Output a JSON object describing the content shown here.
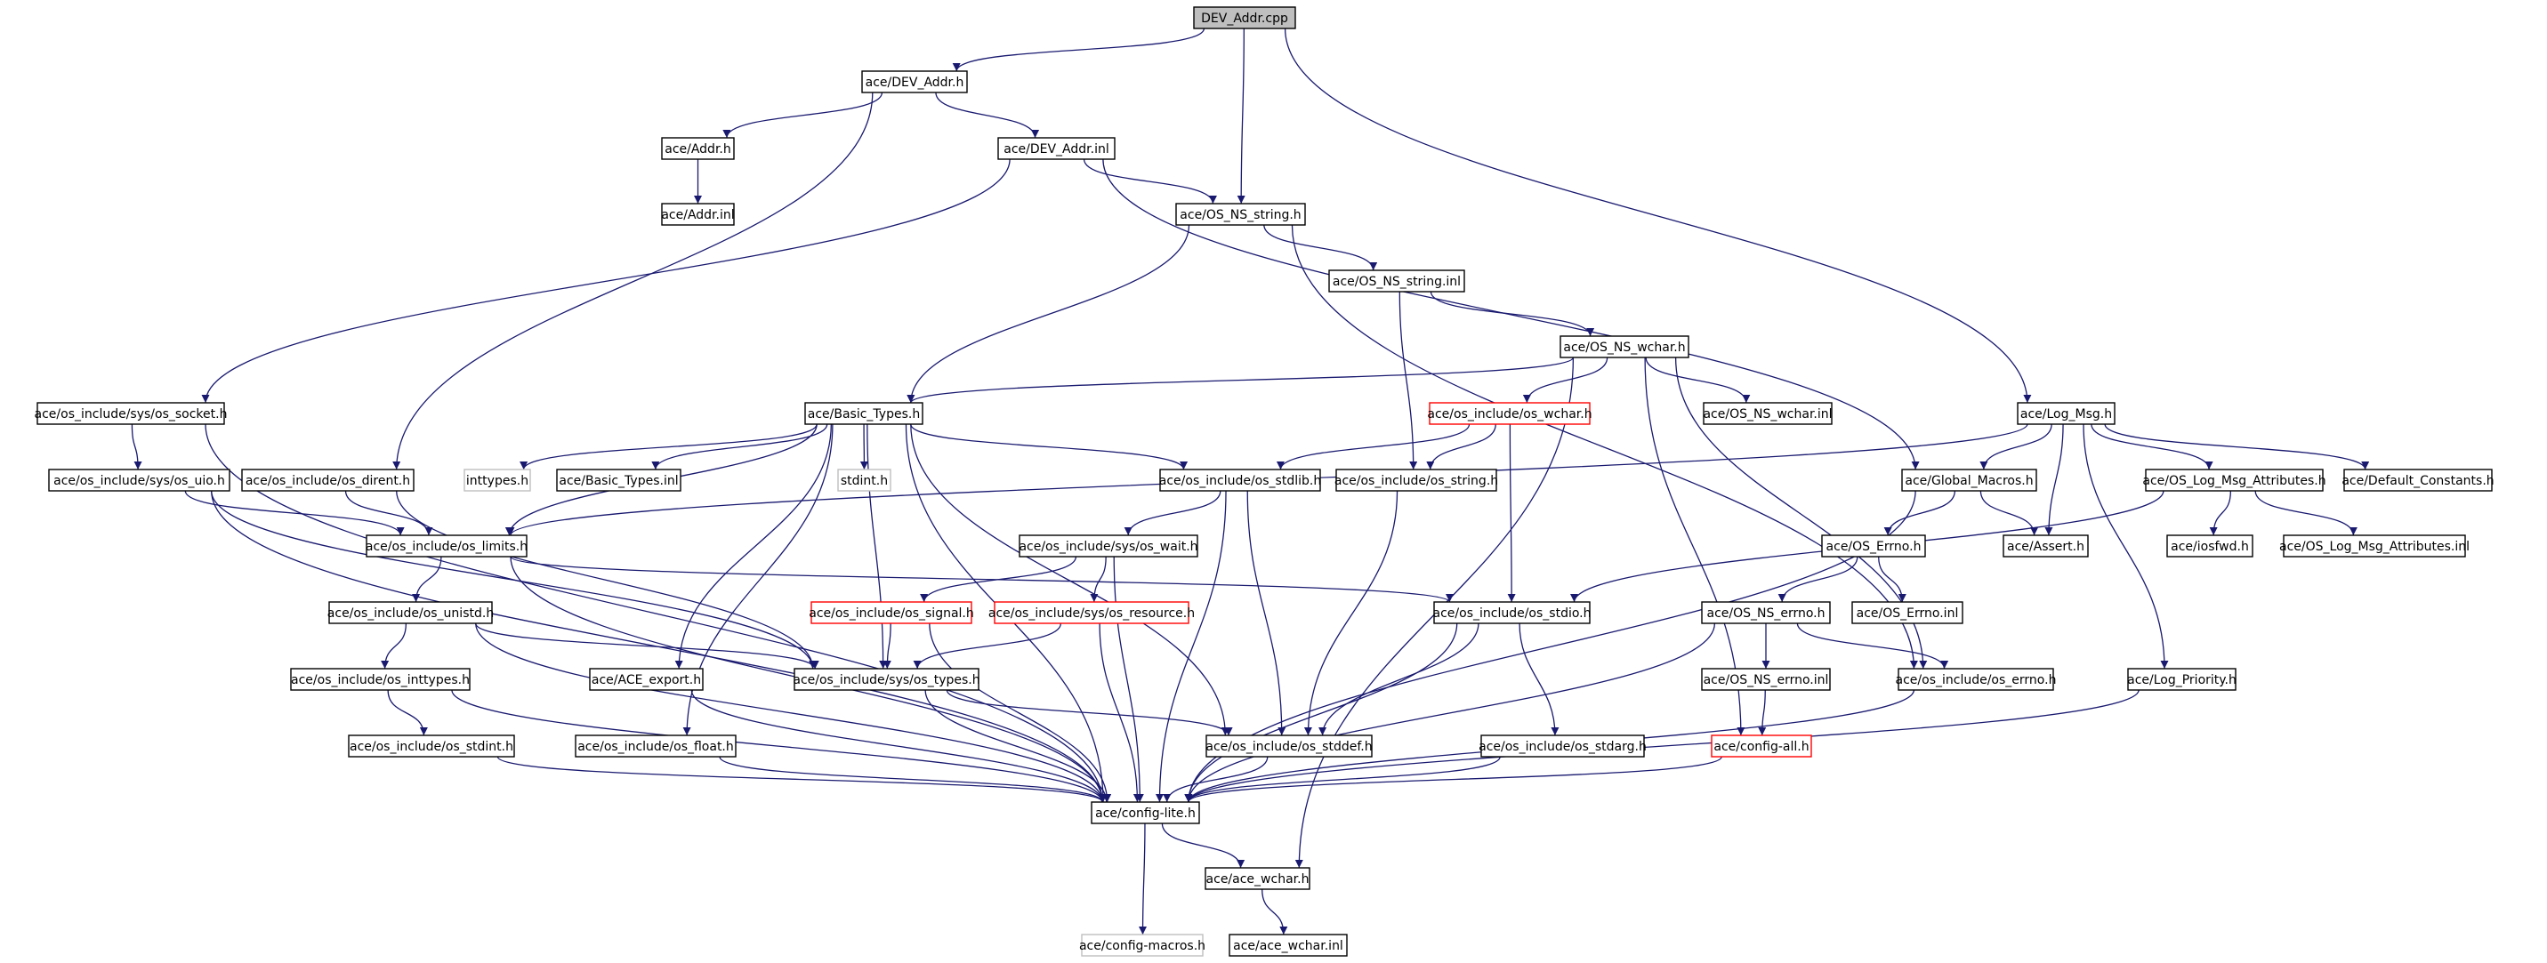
{
  "diagram": {
    "nodes": [
      {
        "id": "dev_addr_cpp",
        "label": "DEV_Addr.cpp",
        "style": "root"
      },
      {
        "id": "dev_addr_h",
        "label": "ace/DEV_Addr.h",
        "style": "normal"
      },
      {
        "id": "addr_h",
        "label": "ace/Addr.h",
        "style": "normal"
      },
      {
        "id": "dev_addr_inl",
        "label": "ace/DEV_Addr.inl",
        "style": "normal"
      },
      {
        "id": "addr_inl",
        "label": "ace/Addr.inl",
        "style": "normal"
      },
      {
        "id": "os_ns_string_h",
        "label": "ace/OS_NS_string.h",
        "style": "normal"
      },
      {
        "id": "os_ns_string_inl",
        "label": "ace/OS_NS_string.inl",
        "style": "normal"
      },
      {
        "id": "os_ns_wchar_h",
        "label": "ace/OS_NS_wchar.h",
        "style": "normal"
      },
      {
        "id": "os_socket_h",
        "label": "ace/os_include/sys/os_socket.h",
        "style": "normal"
      },
      {
        "id": "basic_types_h",
        "label": "ace/Basic_Types.h",
        "style": "normal"
      },
      {
        "id": "os_wchar_h",
        "label": "ace/os_include/os_wchar.h",
        "style": "red"
      },
      {
        "id": "os_ns_wchar_inl",
        "label": "ace/OS_NS_wchar.inl",
        "style": "normal"
      },
      {
        "id": "log_msg_h",
        "label": "ace/Log_Msg.h",
        "style": "normal"
      },
      {
        "id": "os_uio_h",
        "label": "ace/os_include/sys/os_uio.h",
        "style": "normal"
      },
      {
        "id": "os_dirent_h",
        "label": "ace/os_include/os_dirent.h",
        "style": "normal"
      },
      {
        "id": "inttypes_h",
        "label": "inttypes.h",
        "style": "gray"
      },
      {
        "id": "basic_types_inl",
        "label": "ace/Basic_Types.inl",
        "style": "normal"
      },
      {
        "id": "stdint_h",
        "label": "stdint.h",
        "style": "gray"
      },
      {
        "id": "os_stdlib_h",
        "label": "ace/os_include/os_stdlib.h",
        "style": "normal"
      },
      {
        "id": "os_string_h",
        "label": "ace/os_include/os_string.h",
        "style": "normal"
      },
      {
        "id": "global_macros_h",
        "label": "ace/Global_Macros.h",
        "style": "normal"
      },
      {
        "id": "os_log_msg_attributes_h",
        "label": "ace/OS_Log_Msg_Attributes.h",
        "style": "normal"
      },
      {
        "id": "default_constants_h",
        "label": "ace/Default_Constants.h",
        "style": "normal"
      },
      {
        "id": "os_limits_h",
        "label": "ace/os_include/os_limits.h",
        "style": "normal"
      },
      {
        "id": "os_wait_h",
        "label": "ace/os_include/sys/os_wait.h",
        "style": "normal"
      },
      {
        "id": "os_errno_h_ace",
        "label": "ace/OS_Errno.h",
        "style": "normal"
      },
      {
        "id": "assert_h",
        "label": "ace/Assert.h",
        "style": "normal"
      },
      {
        "id": "iosfwd_h",
        "label": "ace/iosfwd.h",
        "style": "normal"
      },
      {
        "id": "os_log_msg_attributes_inl",
        "label": "ace/OS_Log_Msg_Attributes.inl",
        "style": "normal"
      },
      {
        "id": "os_unistd_h",
        "label": "ace/os_include/os_unistd.h",
        "style": "normal"
      },
      {
        "id": "os_signal_h",
        "label": "ace/os_include/os_signal.h",
        "style": "red"
      },
      {
        "id": "os_resource_h",
        "label": "ace/os_include/sys/os_resource.h",
        "style": "red"
      },
      {
        "id": "os_stdio_h",
        "label": "ace/os_include/os_stdio.h",
        "style": "normal"
      },
      {
        "id": "os_ns_errno_h",
        "label": "ace/OS_NS_errno.h",
        "style": "normal"
      },
      {
        "id": "os_errno_inl",
        "label": "ace/OS_Errno.inl",
        "style": "normal"
      },
      {
        "id": "os_inttypes_h",
        "label": "ace/os_include/os_inttypes.h",
        "style": "normal"
      },
      {
        "id": "ace_export_h",
        "label": "ace/ACE_export.h",
        "style": "normal"
      },
      {
        "id": "os_types_h",
        "label": "ace/os_include/sys/os_types.h",
        "style": "normal"
      },
      {
        "id": "os_ns_errno_inl",
        "label": "ace/OS_NS_errno.inl",
        "style": "normal"
      },
      {
        "id": "os_include_errno_h",
        "label": "ace/os_include/os_errno.h",
        "style": "normal"
      },
      {
        "id": "log_priority_h",
        "label": "ace/Log_Priority.h",
        "style": "normal"
      },
      {
        "id": "os_stdint_h",
        "label": "ace/os_include/os_stdint.h",
        "style": "normal"
      },
      {
        "id": "os_float_h",
        "label": "ace/os_include/os_float.h",
        "style": "normal"
      },
      {
        "id": "os_stddef_h",
        "label": "ace/os_include/os_stddef.h",
        "style": "normal"
      },
      {
        "id": "os_stdarg_h",
        "label": "ace/os_include/os_stdarg.h",
        "style": "normal"
      },
      {
        "id": "config_all_h",
        "label": "ace/config-all.h",
        "style": "red"
      },
      {
        "id": "config_lite_h",
        "label": "ace/config-lite.h",
        "style": "normal"
      },
      {
        "id": "ace_wchar_h",
        "label": "ace/ace_wchar.h",
        "style": "normal"
      },
      {
        "id": "config_macros_h",
        "label": "ace/config-macros.h",
        "style": "gray"
      },
      {
        "id": "ace_wchar_inl",
        "label": "ace/ace_wchar.inl",
        "style": "normal"
      }
    ],
    "edges": [
      [
        "dev_addr_cpp",
        "dev_addr_h"
      ],
      [
        "dev_addr_cpp",
        "os_ns_string_h"
      ],
      [
        "dev_addr_cpp",
        "log_msg_h"
      ],
      [
        "dev_addr_h",
        "addr_h"
      ],
      [
        "dev_addr_h",
        "dev_addr_inl"
      ],
      [
        "dev_addr_h",
        "os_dirent_h"
      ],
      [
        "addr_h",
        "addr_inl"
      ],
      [
        "dev_addr_inl",
        "os_ns_string_h"
      ],
      [
        "dev_addr_inl",
        "os_socket_h"
      ],
      [
        "dev_addr_inl",
        "global_macros_h"
      ],
      [
        "os_ns_string_h",
        "os_ns_string_inl"
      ],
      [
        "os_ns_string_h",
        "basic_types_h"
      ],
      [
        "os_ns_string_h",
        "os_include_errno_h"
      ],
      [
        "os_ns_string_inl",
        "os_ns_wchar_h"
      ],
      [
        "os_ns_string_inl",
        "os_string_h"
      ],
      [
        "os_ns_wchar_h",
        "basic_types_h"
      ],
      [
        "os_ns_wchar_h",
        "os_wchar_h"
      ],
      [
        "os_ns_wchar_h",
        "os_ns_wchar_inl"
      ],
      [
        "os_ns_wchar_h",
        "os_include_errno_h"
      ],
      [
        "os_ns_wchar_h",
        "config_all_h"
      ],
      [
        "os_ns_wchar_h",
        "ace_wchar_h"
      ],
      [
        "os_socket_h",
        "os_uio_h"
      ],
      [
        "os_socket_h",
        "config_lite_h"
      ],
      [
        "os_uio_h",
        "os_limits_h"
      ],
      [
        "os_uio_h",
        "os_types_h"
      ],
      [
        "os_uio_h",
        "config_lite_h"
      ],
      [
        "os_dirent_h",
        "os_limits_h"
      ],
      [
        "os_dirent_h",
        "os_types_h"
      ],
      [
        "basic_types_h",
        "inttypes_h"
      ],
      [
        "basic_types_h",
        "basic_types_inl"
      ],
      [
        "basic_types_h",
        "stdint_h"
      ],
      [
        "basic_types_h",
        "os_limits_h"
      ],
      [
        "basic_types_h",
        "os_stdlib_h"
      ],
      [
        "basic_types_h",
        "os_types_h"
      ],
      [
        "basic_types_h",
        "ace_export_h"
      ],
      [
        "basic_types_h",
        "os_float_h"
      ],
      [
        "basic_types_h",
        "os_stddef_h"
      ],
      [
        "basic_types_h",
        "config_lite_h"
      ],
      [
        "os_wchar_h",
        "os_stdlib_h"
      ],
      [
        "os_wchar_h",
        "os_string_h"
      ],
      [
        "os_wchar_h",
        "os_stdio_h"
      ],
      [
        "log_msg_h",
        "global_macros_h"
      ],
      [
        "log_msg_h",
        "os_log_msg_attributes_h"
      ],
      [
        "log_msg_h",
        "default_constants_h"
      ],
      [
        "log_msg_h",
        "assert_h"
      ],
      [
        "log_msg_h",
        "log_priority_h"
      ],
      [
        "log_msg_h",
        "os_limits_h"
      ],
      [
        "global_macros_h",
        "os_errno_h_ace"
      ],
      [
        "global_macros_h",
        "assert_h"
      ],
      [
        "global_macros_h",
        "config_lite_h"
      ],
      [
        "os_log_msg_attributes_h",
        "iosfwd_h"
      ],
      [
        "os_log_msg_attributes_h",
        "os_log_msg_attributes_inl"
      ],
      [
        "os_log_msg_attributes_h",
        "os_stdio_h"
      ],
      [
        "os_stdlib_h",
        "os_wait_h"
      ],
      [
        "os_stdlib_h",
        "os_stddef_h"
      ],
      [
        "os_stdlib_h",
        "config_lite_h"
      ],
      [
        "os_string_h",
        "os_stddef_h"
      ],
      [
        "os_limits_h",
        "os_unistd_h"
      ],
      [
        "os_limits_h",
        "os_stdio_h"
      ],
      [
        "os_limits_h",
        "config_lite_h"
      ],
      [
        "os_wait_h",
        "os_signal_h"
      ],
      [
        "os_wait_h",
        "os_resource_h"
      ],
      [
        "os_wait_h",
        "config_lite_h"
      ],
      [
        "os_signal_h",
        "os_types_h"
      ],
      [
        "os_signal_h",
        "config_lite_h"
      ],
      [
        "os_resource_h",
        "os_types_h"
      ],
      [
        "os_resource_h",
        "config_lite_h"
      ],
      [
        "os_errno_h_ace",
        "os_ns_errno_h"
      ],
      [
        "os_errno_h_ace",
        "os_errno_inl"
      ],
      [
        "os_ns_errno_h",
        "os_ns_errno_inl"
      ],
      [
        "os_ns_errno_h",
        "os_include_errno_h"
      ],
      [
        "os_ns_errno_h",
        "config_lite_h"
      ],
      [
        "os_ns_errno_inl",
        "config_all_h"
      ],
      [
        "os_unistd_h",
        "os_inttypes_h"
      ],
      [
        "os_unistd_h",
        "os_types_h"
      ],
      [
        "os_unistd_h",
        "config_lite_h"
      ],
      [
        "os_inttypes_h",
        "os_stdint_h"
      ],
      [
        "os_inttypes_h",
        "config_lite_h"
      ],
      [
        "os_stdint_h",
        "config_lite_h"
      ],
      [
        "os_stdio_h",
        "os_stddef_h"
      ],
      [
        "os_stdio_h",
        "os_stdarg_h"
      ],
      [
        "os_stdio_h",
        "config_lite_h"
      ],
      [
        "ace_export_h",
        "config_lite_h"
      ],
      [
        "os_float_h",
        "config_lite_h"
      ],
      [
        "os_types_h",
        "os_stddef_h"
      ],
      [
        "os_types_h",
        "config_lite_h"
      ],
      [
        "os_stddef_h",
        "config_lite_h"
      ],
      [
        "os_stdarg_h",
        "config_lite_h"
      ],
      [
        "config_all_h",
        "config_lite_h"
      ],
      [
        "os_include_errno_h",
        "config_lite_h"
      ],
      [
        "log_priority_h",
        "config_lite_h"
      ],
      [
        "config_lite_h",
        "ace_wchar_h"
      ],
      [
        "config_lite_h",
        "config_macros_h"
      ],
      [
        "ace_wchar_h",
        "ace_wchar_inl"
      ]
    ]
  }
}
